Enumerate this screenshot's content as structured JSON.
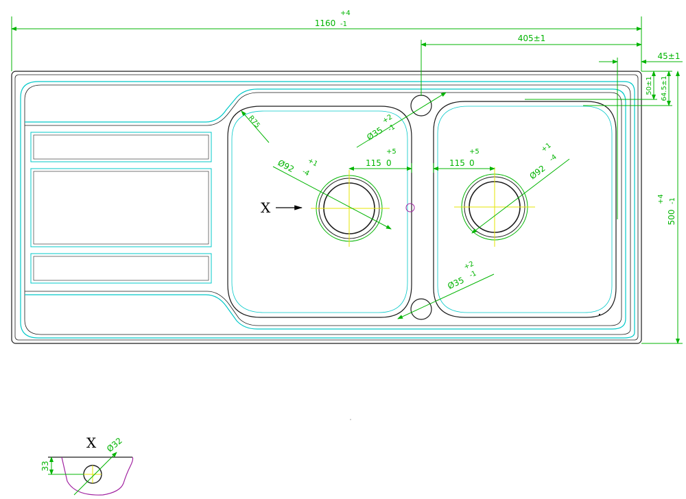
{
  "colors": {
    "outline": "#1a1a1a",
    "cyan": "#00c8c8",
    "green": "#00b400",
    "yellow": "#e6e600",
    "magenta": "#a020a0"
  },
  "dims": {
    "overall_width": "1160",
    "overall_width_tol_top": "+4",
    "overall_width_tol_bot": "-1",
    "tap_offset": "405±1",
    "edge_offset": "45±1",
    "depth_50": "50±1",
    "depth_64": "64.5±1",
    "overall_height": "500",
    "overall_height_tol_top": "+4",
    "overall_height_tol_bot": "-1",
    "radius": "R75",
    "tap_hole_top": "Ø35",
    "tap_hole_top_tol_top": "+2",
    "tap_hole_top_tol_bot": "-1",
    "tap_hole_bottom": "Ø35",
    "tap_hole_bottom_tol_top": "+2",
    "tap_hole_bottom_tol_bot": "-1",
    "drain_left": "Ø92",
    "drain_left_tol_top": "+1",
    "drain_left_tol_bot": "-4",
    "drain_right": "Ø92",
    "drain_right_tol_top": "+1",
    "drain_right_tol_bot": "-4",
    "drain_left_offset": "115",
    "drain_left_offset_tol_top": "+5",
    "drain_left_offset_tol_bot": "0",
    "drain_right_offset": "115",
    "drain_right_offset_tol_top": "+5",
    "drain_right_offset_tol_bot": "0",
    "detail_height": "33",
    "detail_hole": "Ø32"
  },
  "labels": {
    "view_marker": "X",
    "detail_marker": "X"
  }
}
